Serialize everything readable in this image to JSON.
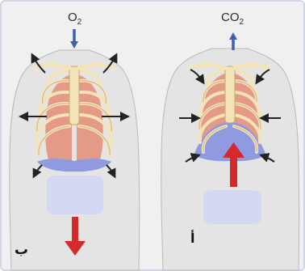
{
  "figure": {
    "panel_b": {
      "gas_label": "O",
      "gas_subscript": "2",
      "caption": "ب",
      "gas_arrow_direction": "in",
      "diaphragm_arrow_direction": "down"
    },
    "panel_a": {
      "gas_label": "CO",
      "gas_subscript": "2",
      "caption": "أ",
      "gas_arrow_direction": "out",
      "diaphragm_arrow_direction": "up"
    }
  },
  "colors": {
    "frame": "#cfd6e6",
    "background": "#f0f0f0",
    "body": "#e4e4e4",
    "bone": "#f3e3b8",
    "lung": "#e49a86",
    "diaphragm": "#8f9ae0",
    "abdomen": "#d4d8f3",
    "gas_arrow": "#3f5faf",
    "muscle_arrow": "#d42a2a",
    "force_arrow": "#222222"
  }
}
